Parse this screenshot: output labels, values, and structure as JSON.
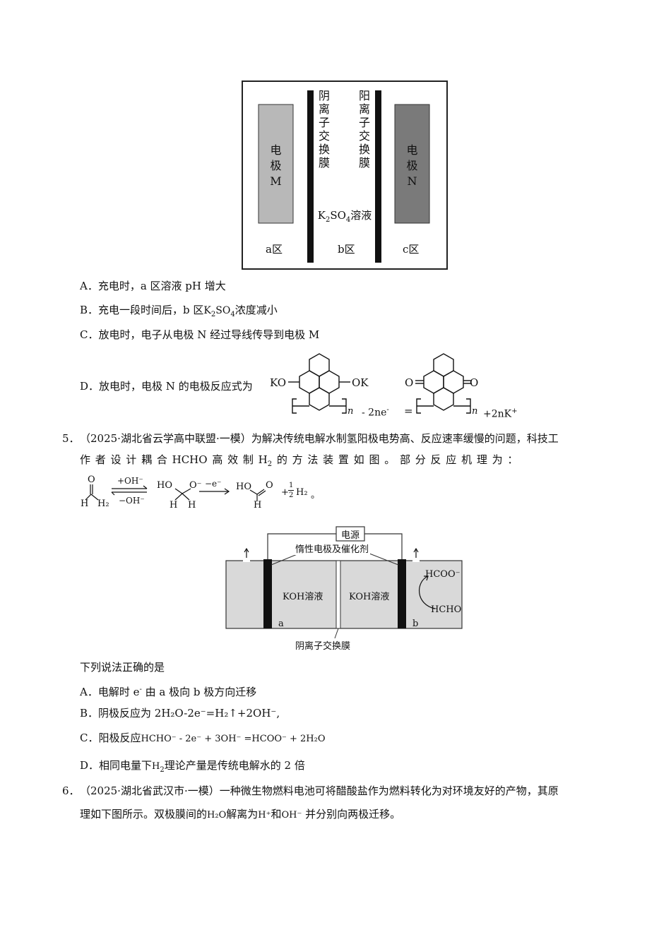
{
  "fig1": {
    "electrode_m_lines": [
      "电",
      "极",
      "M"
    ],
    "electrode_n_lines": [
      "电",
      "极",
      "N"
    ],
    "membrane_left_lines": [
      "阴",
      "离",
      "子",
      "交",
      "换",
      "膜"
    ],
    "membrane_right_lines": [
      "阳",
      "离",
      "子",
      "交",
      "换",
      "膜"
    ],
    "solution_k": "K",
    "solution_2": "2",
    "solution_so": "SO",
    "solution_4": "4",
    "solution_rest": "溶液",
    "zone_a": "a区",
    "zone_b": "b区",
    "zone_c": "c区"
  },
  "q4": {
    "A": "A．充电时，a 区溶液 pH 增大",
    "B_pre": "B．充电一段时间后，b 区",
    "B_k": "K",
    "B_2": "2",
    "B_so": "SO",
    "B_4": "4",
    "B_post": "浓度减小",
    "C": "C．放电时，电子从电极 N 经过导线传导到电极 M",
    "D_pre": "D．放电时，电极 N 的电极反应式为",
    "left_ko": "KO",
    "left_ok": "OK",
    "n1": "n",
    "minus": "- 2ne",
    "minus_sup": "-",
    "equals": "=",
    "o1": "O",
    "o2": "O",
    "n2": "n",
    "plus": "+2nK",
    "plus_sup": "+"
  },
  "q5": {
    "num": "5．",
    "line1": "（2025·湖北省云学高中联盟·一模）为解决传统电解水制氢阳极电势高、反应速率缓慢的问题，科技工",
    "line2_pre": "作 者 设 计 耦 合 HCHO 高 效 制 H",
    "line2_sub": "2",
    "line2_post": " 的 方 法 装 置 如 图 。 部 分 反 应 机 理 为 ：",
    "mech": {
      "o": "O",
      "h1": "H",
      "h2": "H₂",
      "arrow_top": "+OH⁻",
      "arrow_bottom": "−OH⁻",
      "ho": "HO",
      "o_minus": "O⁻",
      "h3": "H",
      "h4": "H",
      "e_label": "−e⁻",
      "ho2": "HO",
      "o2": "O",
      "h5": "H",
      "plus_half": "+",
      "one": "1",
      "two": "2",
      "period": "。"
    },
    "fig": {
      "power": "电源",
      "catalyst": "惰性电极及催化剂",
      "koh_left": "KOH溶液",
      "koh_right": "KOH溶液",
      "hcoo": "HCOO⁻",
      "hcho": "HCHO",
      "a": "a",
      "b": "b",
      "membrane": "阴离子交换膜"
    },
    "stem": "下列说法正确的是",
    "A_pre": "A．电解时 e",
    "A_sup": "-",
    "A_post": " 由 a 极向 b 极方向迁移",
    "B": "B．阴极反应为 2H₂O-2e⁻=H₂↑+2OH⁻,",
    "C_pre": "C．阳极反应",
    "C_eq": "HCHO⁻ - 2e⁻ + 3OH⁻ =HCOO⁻ + 2H₂O",
    "D_pre": "D．相同电量下",
    "D_h": "H",
    "D_2": "2",
    "D_post": "理论产量是传统电解水的 2 倍"
  },
  "q6": {
    "num": "6．",
    "line1": "（2025·湖北省武汉市·一模）一种微生物燃料电池可将醋酸盐作为燃料转化为对环境友好的产物，其原",
    "line2_pre": "理如下图所示。双极膜间的",
    "line2_h2o": "H₂O",
    "line2_mid": "解离为",
    "line2_h": "H⁺",
    "line2_and": "和",
    "line2_oh": "OH⁻",
    "line2_post": " 并分别向两极迁移。"
  }
}
